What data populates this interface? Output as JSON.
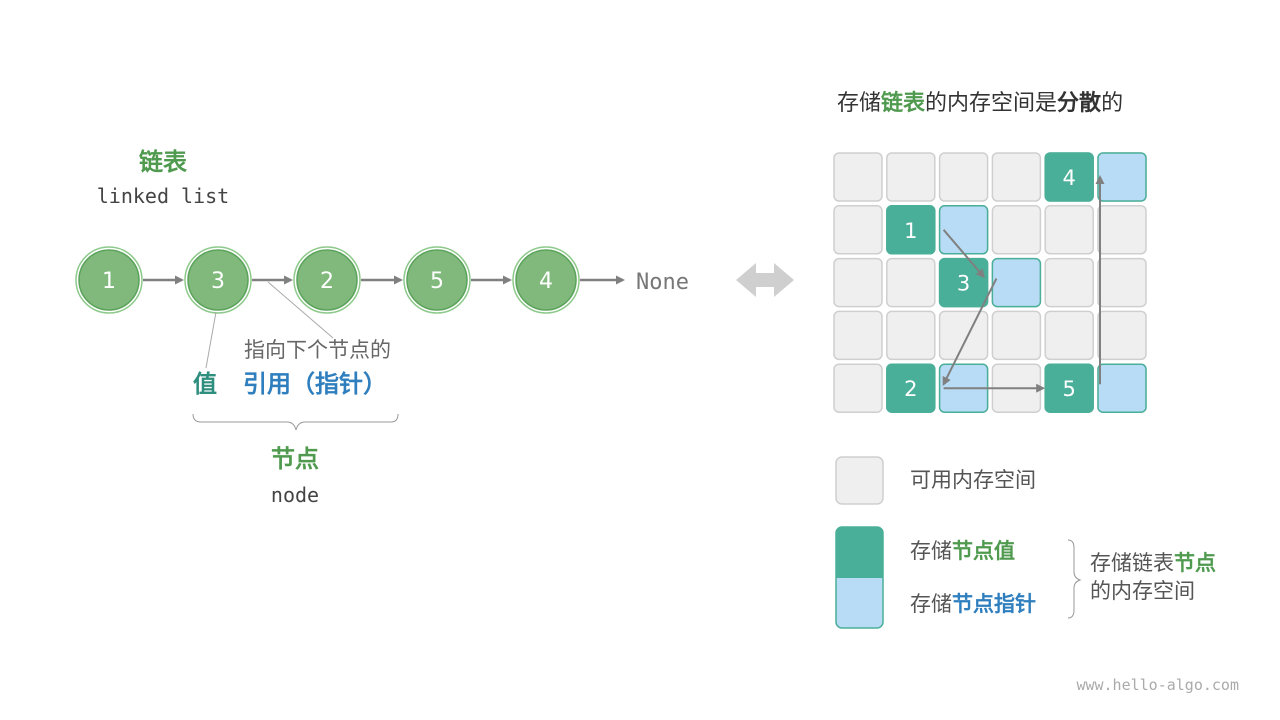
{
  "linked_list": {
    "title": "链表",
    "subtitle": "linked list",
    "nodes": [
      "1",
      "3",
      "2",
      "5",
      "4"
    ],
    "terminal": "None",
    "pointer_note": "指向下个节点的",
    "value_label": "值",
    "pointer_label": "引用（指针）",
    "node_title": "节点",
    "node_subtitle": "node"
  },
  "memory": {
    "title_parts": [
      {
        "text": "存储",
        "style": "normal"
      },
      {
        "text": "链表",
        "style": "green"
      },
      {
        "text": "的内存空间是",
        "style": "normal"
      },
      {
        "text": "分散",
        "style": "bold"
      },
      {
        "text": "的",
        "style": "normal"
      }
    ],
    "grid_rows": 5,
    "grid_cols": 6,
    "nodes": [
      {
        "label": "4",
        "row": 0,
        "col": 4
      },
      {
        "label": "1",
        "row": 1,
        "col": 1
      },
      {
        "label": "3",
        "row": 2,
        "col": 2
      },
      {
        "label": "2",
        "row": 4,
        "col": 1
      },
      {
        "label": "5",
        "row": 4,
        "col": 4
      }
    ]
  },
  "legend": {
    "free_label": "可用内存空间",
    "value_prefix": "存储",
    "value_highlight": "节点值",
    "pointer_prefix": "存储",
    "pointer_highlight": "节点指针",
    "group_prefix": "存储链表",
    "group_highlight": "节点",
    "group_line2": "的内存空间"
  },
  "watermark": "www.hello-algo.com",
  "colors": {
    "node_fill": "#81b97d",
    "node_ring": "#5aa35a",
    "green_text": "#4f9a4f",
    "blue_text": "#2f7fbf",
    "teal_cell": "#4aaf99",
    "blue_cell": "#b8dcf5",
    "gray_cell": "#efefef",
    "arrow": "#808080"
  }
}
